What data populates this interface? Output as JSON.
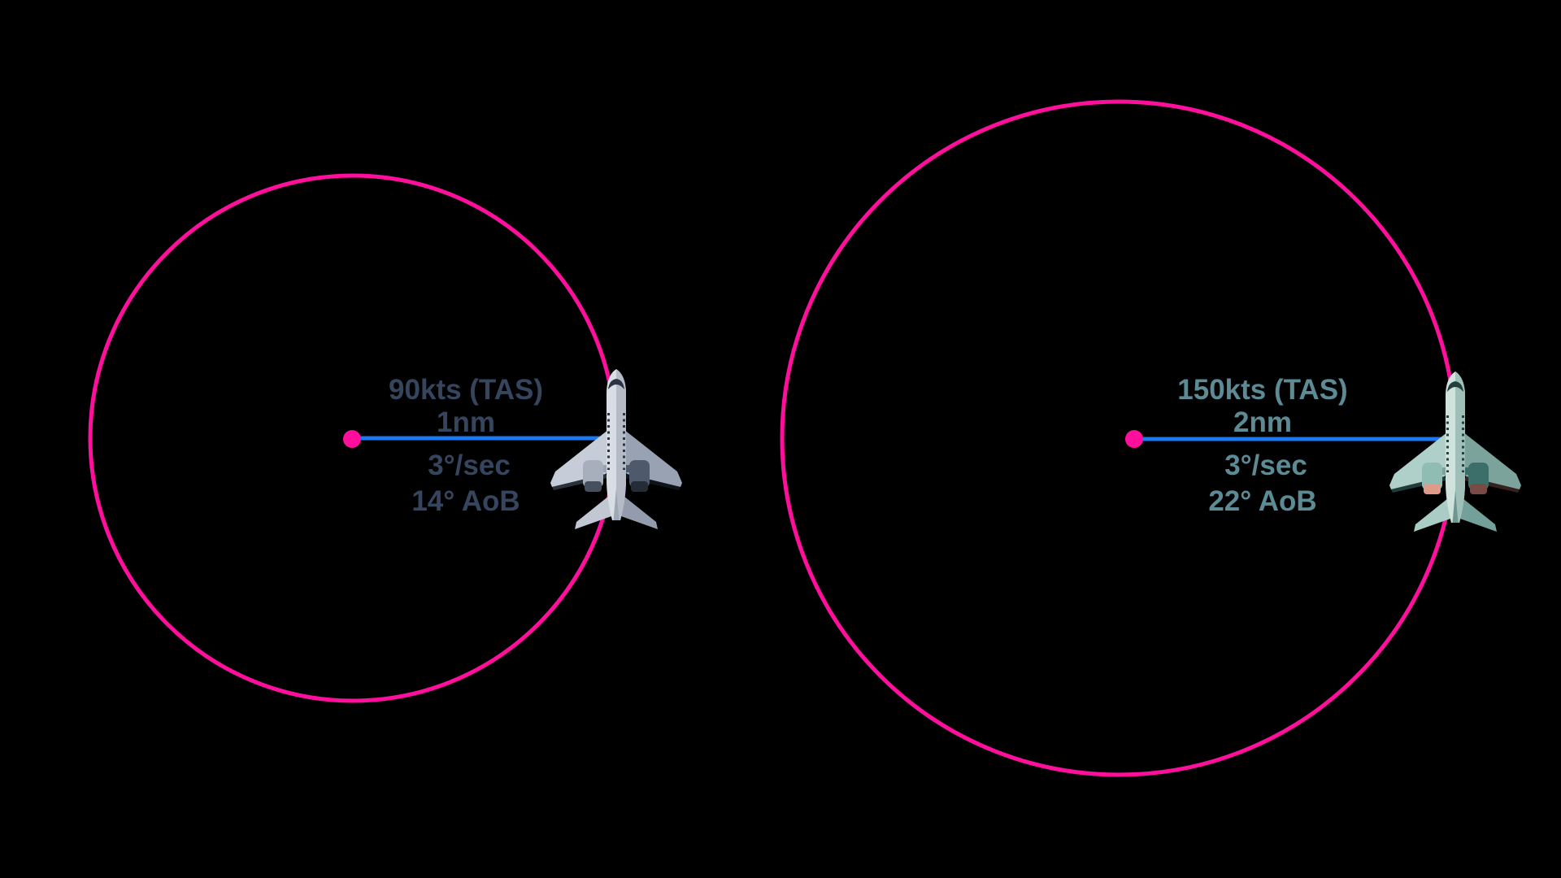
{
  "colors": {
    "background": "#000000",
    "turn_circle": "#FF0F9B",
    "center_dot": "#FF0F9B",
    "radius_line": "#1D79F2",
    "label_left": "#36455E",
    "label_right": "#5C8A95"
  },
  "diagrams": [
    {
      "name": "left-turn-circle",
      "icon": "airliner-top-view-icon",
      "tas": "90kts (TAS)",
      "radius": "1nm",
      "turn_rate": "3°/sec",
      "bank_angle": "14° AoB"
    },
    {
      "name": "right-turn-circle",
      "icon": "airliner-top-view-icon",
      "tas": "150kts (TAS)",
      "radius": "2nm",
      "turn_rate": "3°/sec",
      "bank_angle": "22° AoB"
    }
  ]
}
